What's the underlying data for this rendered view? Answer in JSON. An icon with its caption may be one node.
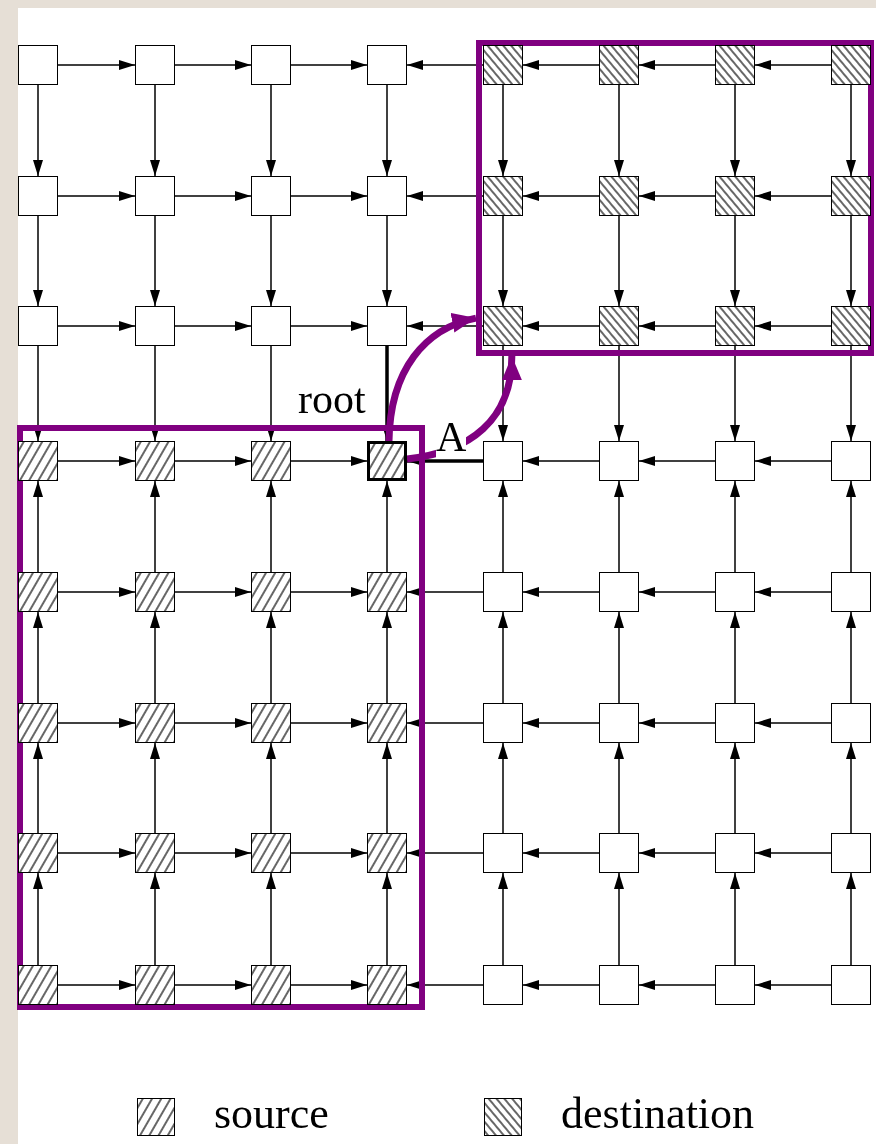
{
  "diagram": {
    "nodes": [
      {
        "text": [],
        "shape": "box"
      },
      {
        "text": [],
        "shape": "box"
      },
      {
        "text": [],
        "shape": "box"
      },
      {
        "text": [],
        "shape": "box"
      },
      {
        "text": [],
        "shape": "box"
      },
      {
        "text": [],
        "shape": "box"
      },
      {
        "text": [],
        "shape": "box",
        "in": 0
      },
      {
        "text": [],
        "shape": "box",
        "in": 0
      },
      {
        "text": [],
        "shape": "box",
        "in": 0
      },
      {
        "text": [],
        "shape": "box",
        "in": 0
      },
      {
        "text": [],
        "shape": "box"
      },
      {
        "text": [],
        "shape": "box"
      },
      {
        "text": [],
        "shape": "box"
      },
      {
        "text": [],
        "shape": "box"
      },
      {
        "text": [],
        "shape": "box",
        "in": 0
      },
      {
        "text": [],
        "shape": "box",
        "in": 0
      },
      {
        "text": [],
        "shape": "box",
        "in": 0
      },
      {
        "text": [],
        "shape": "box",
        "in": 0
      },
      {
        "text": [],
        "shape": "box"
      },
      {
        "text": [],
        "shape": "box"
      },
      {
        "text": [],
        "shape": "box"
      },
      {
        "text": [],
        "shape": "box"
      },
      {
        "text": [],
        "shape": "box",
        "in": 0
      },
      {
        "text": [],
        "shape": "box",
        "in": 0
      },
      {
        "text": [],
        "shape": "box",
        "in": 0
      },
      {
        "text": [],
        "shape": "box",
        "in": 0
      },
      {
        "text": [],
        "shape": "box",
        "in": 1
      },
      {
        "text": [],
        "shape": "box",
        "in": 1
      },
      {
        "text": [],
        "shape": "box",
        "in": 1
      },
      {
        "text": [],
        "shape": "box",
        "in": 1
      },
      {
        "text": [],
        "shape": "box"
      },
      {
        "text": [],
        "shape": "box"
      },
      {
        "text": [],
        "shape": "box"
      },
      {
        "text": [],
        "shape": "box"
      },
      {
        "text": [],
        "shape": "box",
        "in": 1
      },
      {
        "text": [],
        "shape": "box",
        "in": 1
      },
      {
        "text": [],
        "shape": "box",
        "in": 1
      },
      {
        "text": [],
        "shape": "box",
        "in": 1
      },
      {
        "text": [],
        "shape": "box"
      },
      {
        "text": [],
        "shape": "box"
      },
      {
        "text": [],
        "shape": "box"
      },
      {
        "text": [],
        "shape": "box"
      },
      {
        "text": [],
        "shape": "box",
        "in": 1
      },
      {
        "text": [],
        "shape": "box",
        "in": 1
      },
      {
        "text": [],
        "shape": "box",
        "in": 1
      },
      {
        "text": [],
        "shape": "box",
        "in": 1
      },
      {
        "text": [],
        "shape": "box"
      },
      {
        "text": [],
        "shape": "box"
      },
      {
        "text": [],
        "shape": "box"
      },
      {
        "text": [],
        "shape": "box"
      },
      {
        "text": [],
        "shape": "box",
        "in": 1
      },
      {
        "text": [],
        "shape": "box",
        "in": 1
      },
      {
        "text": [],
        "shape": "box",
        "in": 1
      },
      {
        "text": [],
        "shape": "box",
        "in": 1
      },
      {
        "text": [],
        "shape": "box"
      },
      {
        "text": [],
        "shape": "box"
      },
      {
        "text": [],
        "shape": "box"
      },
      {
        "text": [],
        "shape": "box"
      },
      {
        "text": [],
        "shape": "box",
        "in": 1
      },
      {
        "text": [],
        "shape": "box",
        "in": 1
      },
      {
        "text": [],
        "shape": "box",
        "in": 1
      },
      {
        "text": [],
        "shape": "box",
        "in": 1
      },
      {
        "text": [],
        "shape": "box"
      },
      {
        "text": [],
        "shape": "box"
      },
      {
        "text": [],
        "shape": "box"
      },
      {
        "text": [],
        "shape": "box"
      }
    ],
    "edges": [
      {
        "from": 2,
        "to": 3,
        "arrow": "to"
      },
      {
        "from": 3,
        "to": 4,
        "arrow": "to"
      },
      {
        "from": 4,
        "to": 5,
        "arrow": "to"
      },
      {
        "from": 6,
        "to": 5,
        "arrow": "to"
      },
      {
        "from": 7,
        "to": 6,
        "arrow": "to"
      },
      {
        "from": 8,
        "to": 7,
        "arrow": "to"
      },
      {
        "from": 9,
        "to": 8,
        "arrow": "to"
      },
      {
        "from": 10,
        "to": 11,
        "arrow": "to"
      },
      {
        "from": 11,
        "to": 12,
        "arrow": "to"
      },
      {
        "from": 12,
        "to": 13,
        "arrow": "to"
      },
      {
        "from": 14,
        "to": 13,
        "arrow": "to"
      },
      {
        "from": 15,
        "to": 14,
        "arrow": "to"
      },
      {
        "from": 16,
        "to": 15,
        "arrow": "to"
      },
      {
        "from": 17,
        "to": 16,
        "arrow": "to"
      },
      {
        "from": 18,
        "to": 19,
        "arrow": "to"
      },
      {
        "from": 19,
        "to": 20,
        "arrow": "to"
      },
      {
        "from": 20,
        "to": 21,
        "arrow": "to"
      },
      {
        "from": 22,
        "to": 21,
        "arrow": "to"
      },
      {
        "from": 23,
        "to": 22,
        "arrow": "to"
      },
      {
        "from": 24,
        "to": 23,
        "arrow": "to"
      },
      {
        "from": 25,
        "to": 24,
        "arrow": "to"
      },
      {
        "from": 26,
        "to": 27,
        "arrow": "to"
      },
      {
        "from": 27,
        "to": 28,
        "arrow": "to"
      },
      {
        "from": 28,
        "to": 29,
        "arrow": "to"
      },
      {
        "from": 30,
        "to": 29,
        "arrow": "to",
        "style": "thick"
      },
      {
        "from": 31,
        "to": 30,
        "arrow": "to"
      },
      {
        "from": 32,
        "to": 31,
        "arrow": "to"
      },
      {
        "from": 33,
        "to": 32,
        "arrow": "to"
      },
      {
        "from": 34,
        "to": 35,
        "arrow": "to"
      },
      {
        "from": 35,
        "to": 36,
        "arrow": "to"
      },
      {
        "from": 36,
        "to": 37,
        "arrow": "to"
      },
      {
        "from": 38,
        "to": 37,
        "arrow": "to"
      },
      {
        "from": 39,
        "to": 38,
        "arrow": "to"
      },
      {
        "from": 40,
        "to": 39,
        "arrow": "to"
      },
      {
        "from": 41,
        "to": 40,
        "arrow": "to"
      },
      {
        "from": 42,
        "to": 43,
        "arrow": "to"
      },
      {
        "from": 43,
        "to": 44,
        "arrow": "to"
      },
      {
        "from": 44,
        "to": 45,
        "arrow": "to"
      },
      {
        "from": 46,
        "to": 45,
        "arrow": "to"
      },
      {
        "from": 47,
        "to": 46,
        "arrow": "to"
      },
      {
        "from": 48,
        "to": 47,
        "arrow": "to"
      },
      {
        "from": 49,
        "to": 48,
        "arrow": "to"
      },
      {
        "from": 50,
        "to": 51,
        "arrow": "to"
      },
      {
        "from": 51,
        "to": 52,
        "arrow": "to"
      },
      {
        "from": 52,
        "to": 53,
        "arrow": "to"
      },
      {
        "from": 54,
        "to": 53,
        "arrow": "to"
      },
      {
        "from": 55,
        "to": 54,
        "arrow": "to"
      },
      {
        "from": 56,
        "to": 55,
        "arrow": "to"
      },
      {
        "from": 57,
        "to": 56,
        "arrow": "to"
      },
      {
        "from": 58,
        "to": 59,
        "arrow": "to"
      },
      {
        "from": 59,
        "to": 60,
        "arrow": "to"
      },
      {
        "from": 60,
        "to": 61,
        "arrow": "to"
      },
      {
        "from": 62,
        "to": 61,
        "arrow": "to"
      },
      {
        "from": 63,
        "to": 62,
        "arrow": "to"
      },
      {
        "from": 64,
        "to": 63,
        "arrow": "to"
      },
      {
        "from": 65,
        "to": 64,
        "arrow": "to"
      },
      {
        "from": 2,
        "to": 10,
        "arrow": "to"
      },
      {
        "from": 3,
        "to": 11,
        "arrow": "to"
      },
      {
        "from": 4,
        "to": 12,
        "arrow": "to"
      },
      {
        "from": 5,
        "to": 13,
        "arrow": "to"
      },
      {
        "from": 6,
        "to": 14,
        "arrow": "to"
      },
      {
        "from": 7,
        "to": 15,
        "arrow": "to"
      },
      {
        "from": 8,
        "to": 16,
        "arrow": "to"
      },
      {
        "from": 9,
        "to": 17,
        "arrow": "to"
      },
      {
        "from": 10,
        "to": 18,
        "arrow": "to"
      },
      {
        "from": 11,
        "to": 19,
        "arrow": "to"
      },
      {
        "from": 12,
        "to": 20,
        "arrow": "to"
      },
      {
        "from": 13,
        "to": 21,
        "arrow": "to"
      },
      {
        "from": 14,
        "to": 22,
        "arrow": "to"
      },
      {
        "from": 15,
        "to": 23,
        "arrow": "to"
      },
      {
        "from": 16,
        "to": 24,
        "arrow": "to"
      },
      {
        "from": 17,
        "to": 25,
        "arrow": "to"
      },
      {
        "from": 18,
        "to": 26,
        "arrow": "to"
      },
      {
        "from": 19,
        "to": 27,
        "arrow": "to"
      },
      {
        "from": 20,
        "to": 28,
        "arrow": "to"
      },
      {
        "from": 21,
        "to": 29,
        "arrow": "to",
        "style": "thick"
      },
      {
        "from": 22,
        "to": 30,
        "arrow": "to"
      },
      {
        "from": 23,
        "to": 31,
        "arrow": "to"
      },
      {
        "from": 24,
        "to": 32,
        "arrow": "to"
      },
      {
        "from": 25,
        "to": 33,
        "arrow": "to"
      },
      {
        "from": 34,
        "to": 26,
        "arrow": "to"
      },
      {
        "from": 35,
        "to": 27,
        "arrow": "to"
      },
      {
        "from": 36,
        "to": 28,
        "arrow": "to"
      },
      {
        "from": 37,
        "to": 29,
        "arrow": "to"
      },
      {
        "from": 38,
        "to": 30,
        "arrow": "to"
      },
      {
        "from": 39,
        "to": 31,
        "arrow": "to"
      },
      {
        "from": 40,
        "to": 32,
        "arrow": "to"
      },
      {
        "from": 41,
        "to": 33,
        "arrow": "to"
      },
      {
        "from": 42,
        "to": 34,
        "arrow": "to"
      },
      {
        "from": 43,
        "to": 35,
        "arrow": "to"
      },
      {
        "from": 44,
        "to": 36,
        "arrow": "to"
      },
      {
        "from": 45,
        "to": 37,
        "arrow": "to"
      },
      {
        "from": 46,
        "to": 38,
        "arrow": "to"
      },
      {
        "from": 47,
        "to": 39,
        "arrow": "to"
      },
      {
        "from": 48,
        "to": 40,
        "arrow": "to"
      },
      {
        "from": 49,
        "to": 41,
        "arrow": "to"
      },
      {
        "from": 50,
        "to": 42,
        "arrow": "to"
      },
      {
        "from": 51,
        "to": 43,
        "arrow": "to"
      },
      {
        "from": 52,
        "to": 44,
        "arrow": "to"
      },
      {
        "from": 53,
        "to": 45,
        "arrow": "to"
      },
      {
        "from": 54,
        "to": 46,
        "arrow": "to"
      },
      {
        "from": 55,
        "to": 47,
        "arrow": "to"
      },
      {
        "from": 56,
        "to": 48,
        "arrow": "to"
      },
      {
        "from": 57,
        "to": 49,
        "arrow": "to"
      },
      {
        "from": 58,
        "to": 50,
        "arrow": "to"
      },
      {
        "from": 59,
        "to": 51,
        "arrow": "to"
      },
      {
        "from": 60,
        "to": 52,
        "arrow": "to"
      },
      {
        "from": 61,
        "to": 53,
        "arrow": "to"
      },
      {
        "from": 62,
        "to": 54,
        "arrow": "to"
      },
      {
        "from": 63,
        "to": 55,
        "arrow": "to"
      },
      {
        "from": 64,
        "to": 56,
        "arrow": "to"
      },
      {
        "from": 65,
        "to": 57,
        "arrow": "to"
      },
      {
        "from": 29,
        "to": 0,
        "arrow": "to",
        "style": "thick",
        "color": "#800080"
      },
      {
        "from": 29,
        "to": 0,
        "arrow": "to",
        "style": "thick",
        "color": "#800080"
      }
    ],
    "labels": [
      "root",
      "A"
    ],
    "legend": [
      {
        "text": "source"
      },
      {
        "text": "destination"
      }
    ]
  }
}
